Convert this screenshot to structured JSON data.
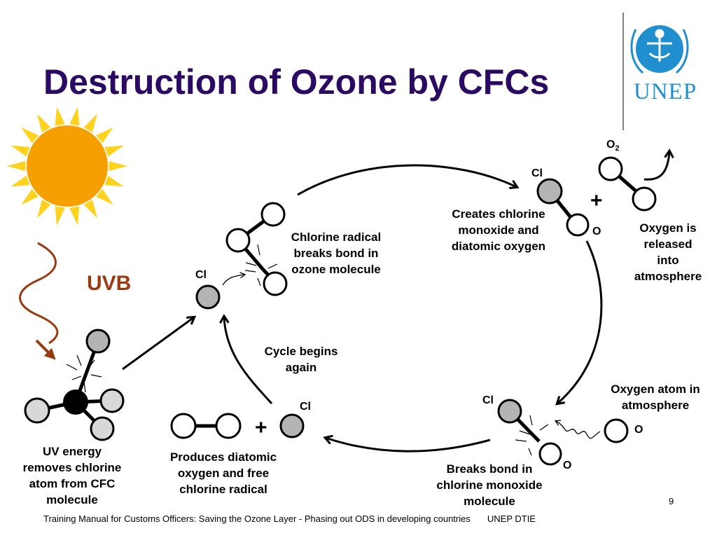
{
  "slide": {
    "title": "Destruction of Ozone by CFCs",
    "logo_text": "UNEP",
    "uvb_label": "UVB",
    "steps": {
      "uv_removes": [
        "UV energy",
        "removes chlorine",
        "atom from CFC",
        "molecule"
      ],
      "radical_breaks": [
        "Chlorine radical",
        "breaks bond in",
        "ozone molecule"
      ],
      "creates_monoxide": [
        "Creates chlorine",
        "monoxide and",
        "diatomic oxygen"
      ],
      "oxygen_released": [
        "Oxygen is",
        "released",
        "into",
        "atmosphere"
      ],
      "oxygen_atom": [
        "Oxygen atom in",
        "atmosphere"
      ],
      "breaks_monoxide": [
        "Breaks bond in",
        "chlorine monoxide",
        "molecule"
      ],
      "produces_diatomic": [
        "Produces diatomic",
        "oxygen and free",
        "chlorine radical"
      ],
      "cycle_again": [
        "Cycle begins",
        "again"
      ]
    },
    "atoms": {
      "cl": "Cl",
      "o": "O",
      "o2_base": "O",
      "o2_sub": "2",
      "plus": "+"
    },
    "footer": {
      "text": "Training Manual for Customs Officers: Saving the Ozone Layer - Phasing out ODS in developing countries",
      "org": "UNEP DTIE"
    },
    "page_number": "9",
    "colors": {
      "title": "#2b0a63",
      "uvb": "#9a3a12",
      "sun_core": "#f5a000",
      "sun_rays": "#ffd21f",
      "chlorine_atom": "#b4b4b4",
      "carbon_atom": "#000000",
      "oxygen_atom": "#ffffff",
      "cfc_fluorine": "#d8d8d8",
      "logo": "#1f8fd0"
    },
    "icons": [
      "sun-icon",
      "uvb-wave-icon",
      "unep-logo-icon",
      "bond-break-burst-icon"
    ]
  }
}
